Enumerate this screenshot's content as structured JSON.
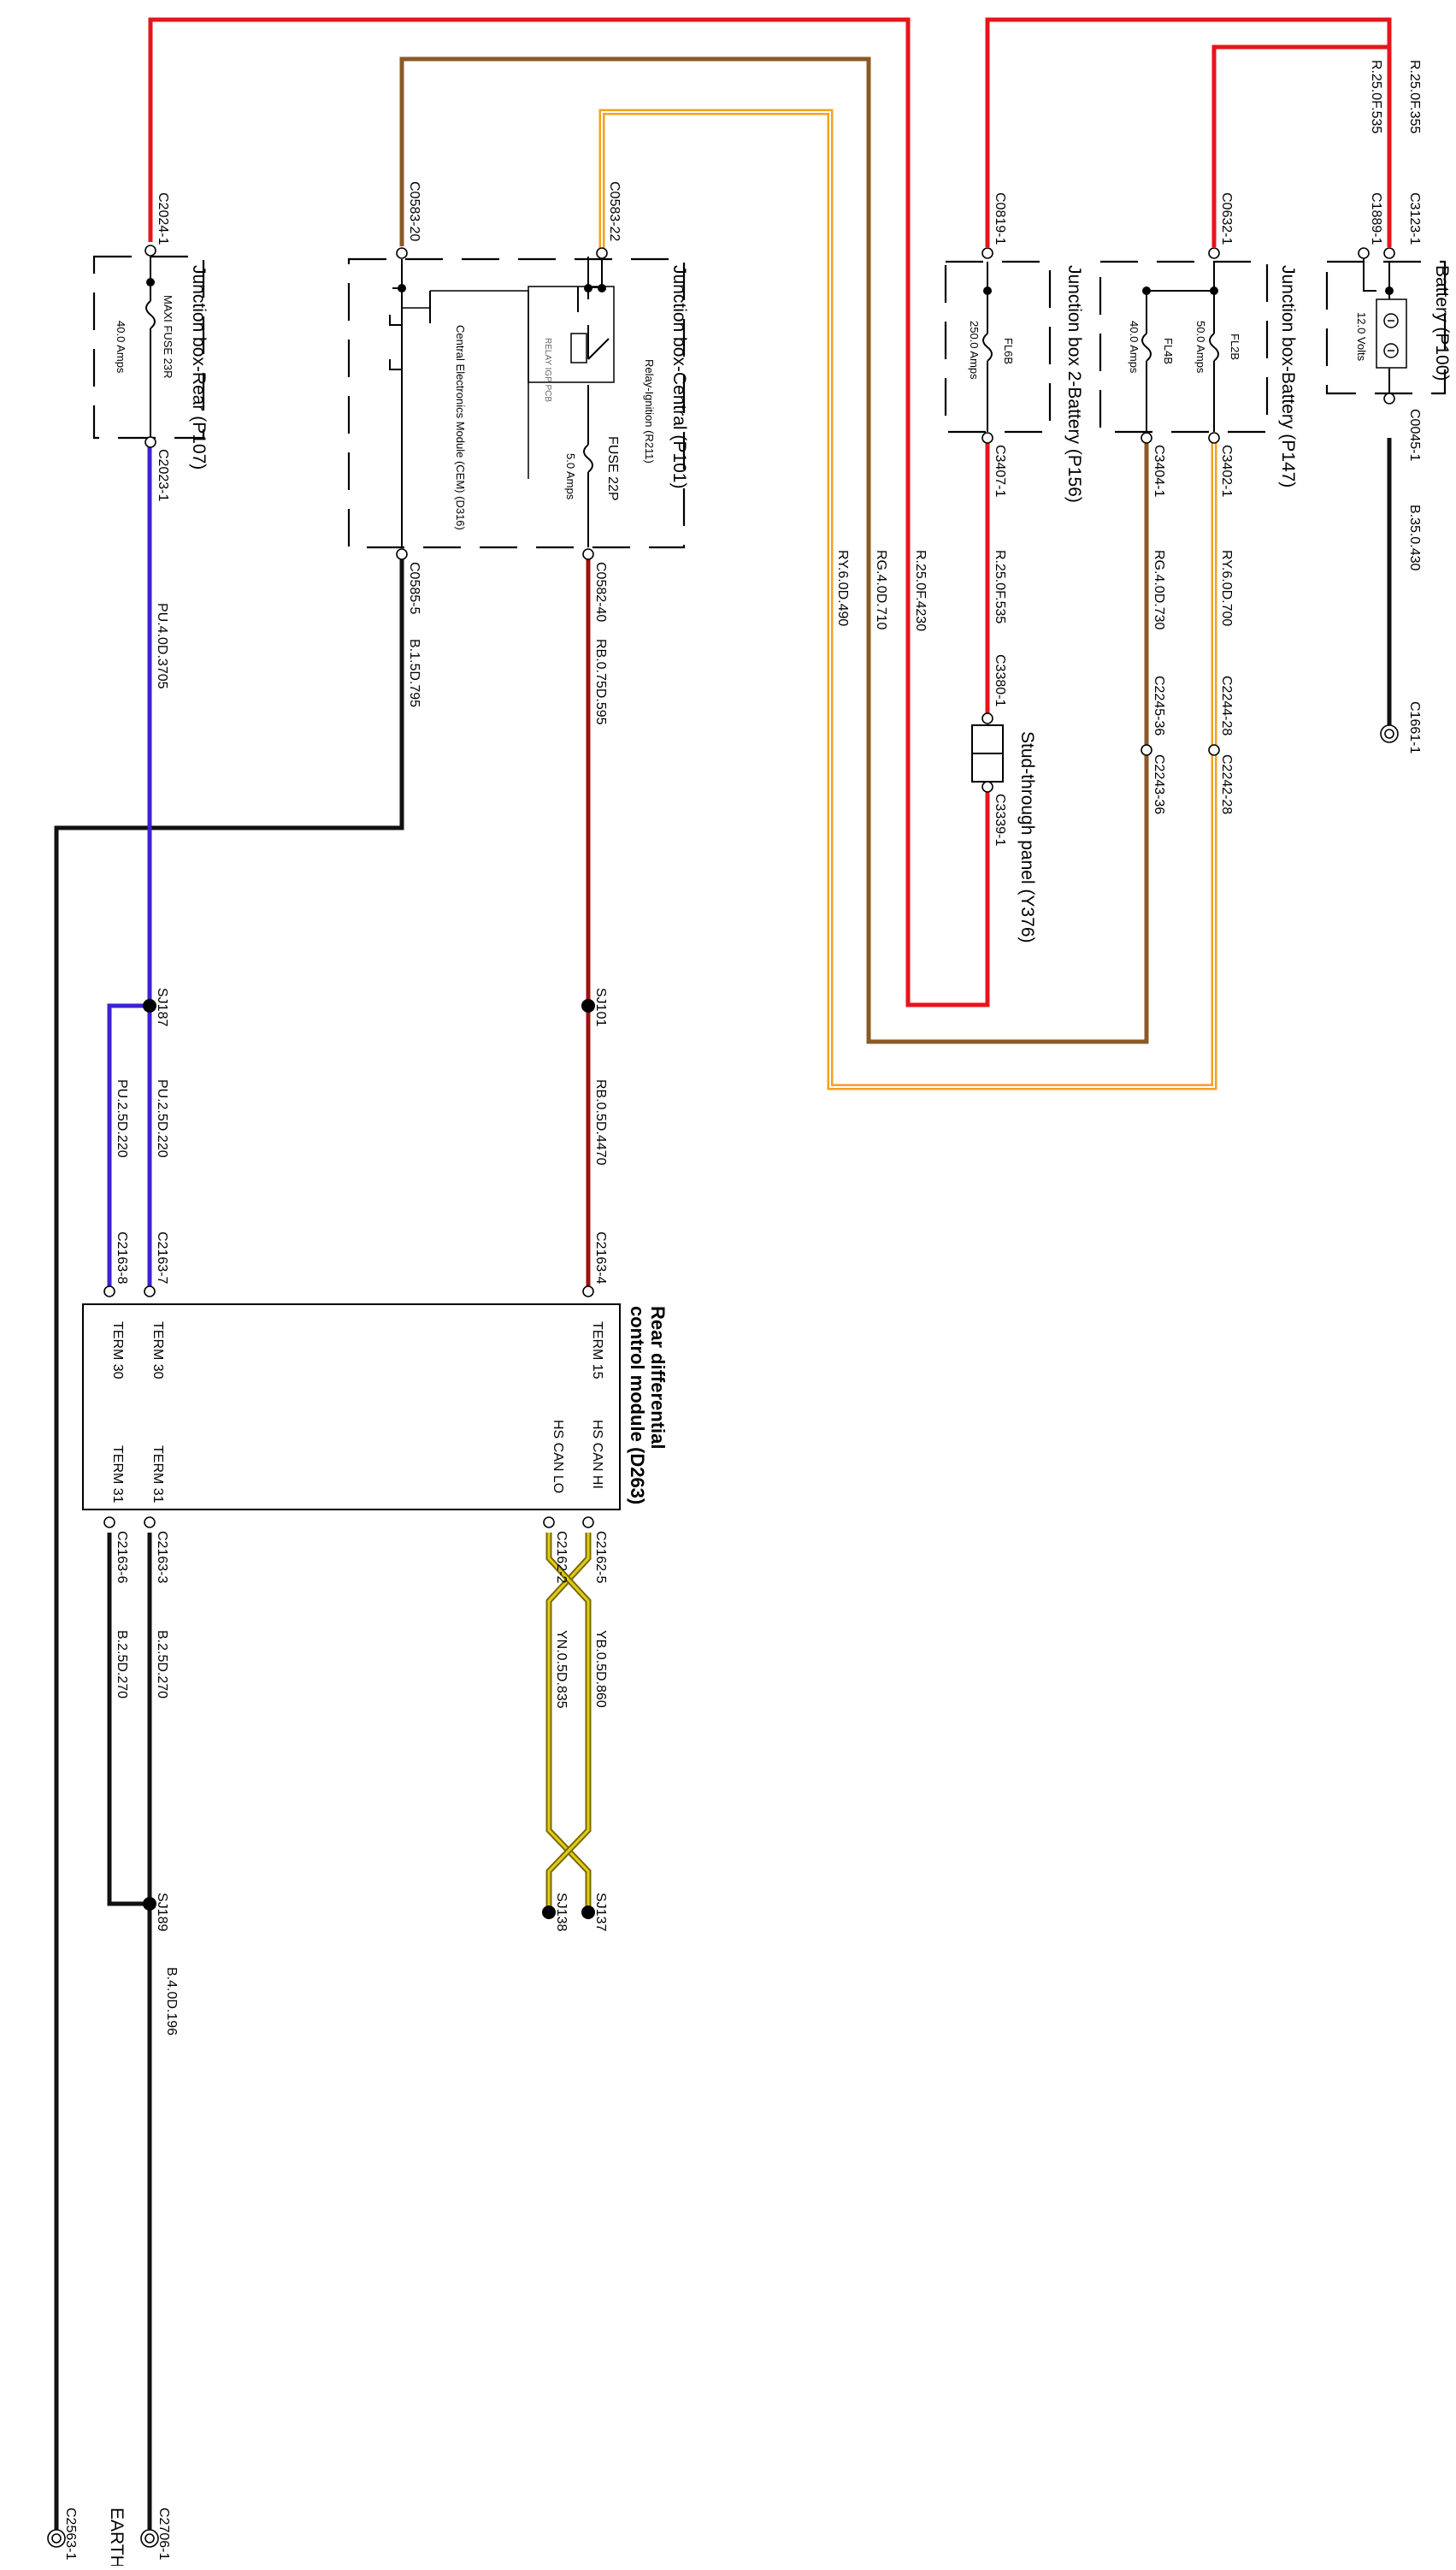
{
  "colors": {
    "red": "#e8141c",
    "brown": "#8a5a26",
    "orange": "#f4a21c",
    "purple": "#3b22d6",
    "black": "#111111",
    "darkred": "#9c1010",
    "yellow": "#e2cc18"
  },
  "components": {
    "jb_rear": {
      "title": "Junction box-Rear (P107)",
      "fuse": "MAXI FUSE 23R",
      "rating": "40.0 Amps"
    },
    "jb_central": {
      "title": "Junction box-Central (P101)",
      "cem": "Central Electronics Module (CEM) (D316)",
      "relay": "Relay-Ignition (R211)",
      "relay_note": "RELAY IGP PCB",
      "fuse": "FUSE 22P",
      "rating": "5.0 Amps"
    },
    "jb2": {
      "title": "Junction box 2-Battery (P156)",
      "fuse": "FL6B",
      "rating": "250.0 Amps"
    },
    "jb_battery": {
      "title": "Junction box-Battery (P147)",
      "fuse1": "FL2B",
      "rating1": "50.0 Amps",
      "fuse2": "FL4B",
      "rating2": "40.0 Amps"
    },
    "battery": {
      "title": "Battery (P100)",
      "voltage": "12.0 Volts"
    },
    "stud_panel": {
      "title": "Stud-through panel (Y376)"
    },
    "rdcm": {
      "title_line1": "Rear differential",
      "title_line2": "control module (D263)",
      "term15": "TERM 15",
      "hs_can_hi": "HS CAN HI",
      "hs_can_lo": "HS CAN LO",
      "term30a": "TERM 30",
      "term30b": "TERM 30",
      "term31a": "TERM 31",
      "term31b": "TERM 31"
    }
  },
  "connectors": {
    "c2024_1": "C2024-1",
    "c2023_1": "C2023-1",
    "c0583_20": "C0583-20",
    "c0583_22": "C0583-22",
    "c0585_5": "C0585-5",
    "c0582_40": "C0582-40",
    "c0819_1": "C0819-1",
    "c3407_1": "C3407-1",
    "c0632_1": "C0632-1",
    "c3402_1": "C3402-1",
    "c3404_1": "C3404-1",
    "c1889_1": "C1889-1",
    "c3123_1": "C3123-1",
    "c0045_1": "C0045-1",
    "c1661_1": "C1661-1",
    "c3380_1": "C3380-1",
    "c3339_1": "C3339-1",
    "c2245_36": "C2245-36",
    "c2243_36": "C2243-36",
    "c2244_28": "C2244-28",
    "c2242_28": "C2242-28",
    "c2163_7": "C2163-7",
    "c2163_8": "C2163-8",
    "c2163_4": "C2163-4",
    "c2163_3": "C2163-3",
    "c2163_6": "C2163-6",
    "c2162_5": "C2162-5",
    "c2162_2": "C2162-2",
    "c2706_1": "C2706-1",
    "c2563_1": "C2563-1",
    "earth": "EARTH"
  },
  "splices": {
    "sj187": "SJ187",
    "sj101": "SJ101",
    "sj189": "SJ189",
    "sj137": "SJ137",
    "sj138": "SJ138"
  },
  "wires": {
    "r_355": "R.25.0F.355",
    "r_535a": "R.25.0F.535",
    "b_430": "B.35.0.430",
    "ry_700": "RY.6.0D.700",
    "rg_730": "RG.4.0D.730",
    "r_535b": "R.25.0F.535",
    "r_4230": "R.25.0F.4230",
    "rg_710": "RG.4.0D.710",
    "ry_490": "RY.6.0D.490",
    "rb_595": "RB.0.75D.595",
    "b_795": "B.1.5D.795",
    "pu_3705": "PU.4.0D.3705",
    "pu_220a": "PU.2.5D.220",
    "pu_220b": "PU.2.5D.220",
    "rb_4470": "RB.0.5D.4470",
    "b_270a": "B.2.5D.270",
    "b_270b": "B.2.5D.270",
    "yb_860": "YB.0.5D.860",
    "yn_835": "YN.0.5D.835",
    "b_196": "B.4.0D.196"
  }
}
